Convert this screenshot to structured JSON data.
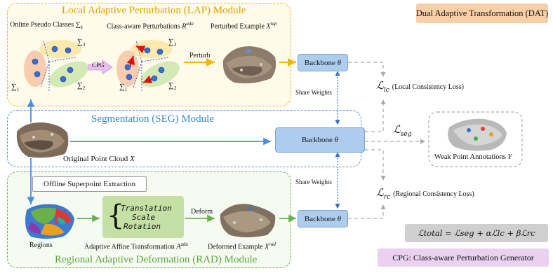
{
  "modules": {
    "lap_title": "Local Adaptive Perturbation (LAP) Module",
    "seg_title": "Segmentation (SEG) Module",
    "rad_title": "Regional Adaptive Deformation (RAD) Module",
    "dat_title": "Dual Adaptive Transformation (DAT)"
  },
  "lap": {
    "pseudo_classes": "Online Pseudo Classes",
    "pseudo_classes_symbol": "∑",
    "pseudo_classes_sub": "k",
    "perturbations": "Class-aware Perturbations",
    "perturbations_symbol": "R",
    "perturbations_sup": "ada",
    "perturbed_example": "Perturbed Example",
    "perturbed_symbol": "X",
    "perturbed_sup": "lap",
    "cpg": "CPG",
    "perturb": "Perturb",
    "sigma1": "∑",
    "sigma1_sub": "1",
    "sigma2": "∑",
    "sigma2_sub": "2",
    "sigma3": "∑",
    "sigma3_sub": "3"
  },
  "seg": {
    "original": "Original Point Cloud",
    "original_symbol": "X",
    "weak": "Weak Point Annotations",
    "weak_symbol": "Y"
  },
  "rad": {
    "superpoint": "Offline Superpoint Extraction",
    "regions": "Regions",
    "adaptive_affine": "Adaptive  Affine Transformation",
    "adaptive_symbol": "A",
    "adaptive_sup": "ada",
    "translation": "Translation",
    "scale": "Scale",
    "rotation": "Rotation",
    "deform": "Deform",
    "deformed": "Deformed Example",
    "deformed_symbol": "X",
    "deformed_sup": "rad"
  },
  "backbone": {
    "label": "Backbone",
    "theta": "θ",
    "share_weights_top": "Share Weights",
    "share_weights_bottom": "Share Weights"
  },
  "losses": {
    "lc_symbol": "ℒ",
    "lc_sub": "lc",
    "lc_desc": "(Local Consistency Loss)",
    "seg_symbol": "ℒ",
    "seg_sub": "seg",
    "rc_symbol": "ℒ",
    "rc_sub": "rc",
    "rc_desc": "(Regional Consistency Loss)",
    "total": "ℒtotal = ℒseg + αℒlc + βℒrc"
  },
  "cpg_full": "CPG: Class-aware Perturbation Generator",
  "colors": {
    "lap": "#f2b705",
    "seg": "#4a90d9",
    "rad": "#6ab04c",
    "backbone": "#aecdee",
    "dat_bg": "#f8cfa8",
    "total_bg": "#cfcfcf",
    "cpg_bg": "#ead1f0",
    "affine_bg": "#c5e0a5"
  }
}
